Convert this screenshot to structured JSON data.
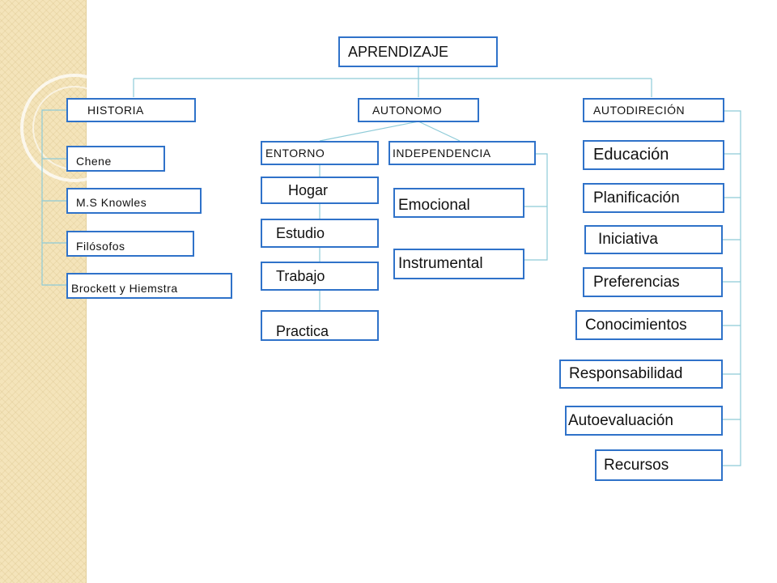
{
  "root": {
    "label": "APRENDIZAJE"
  },
  "historia": {
    "label": "HISTORIA",
    "items": [
      "Chene",
      "M.S Knowles",
      "Filósofos",
      "Brockett y Hiemstra"
    ]
  },
  "autonomo": {
    "label": "AUTONOMO",
    "entorno": {
      "label": "ENTORNO",
      "items": [
        "Hogar",
        "Estudio",
        "Trabajo",
        "Practica"
      ]
    },
    "independencia": {
      "label": "INDEPENDENCIA",
      "items": [
        "Emocional",
        "Instrumental"
      ]
    }
  },
  "autodirecion": {
    "label": "AUTODIRECIÓN",
    "items": [
      "Educación",
      "Planificación",
      "Iniciativa",
      "Preferencias",
      "Conocimientos",
      "Responsabilidad",
      "Autoevaluación",
      "Recursos"
    ]
  },
  "colors": {
    "box_border": "#2f72c9",
    "connector": "#8ecbd8",
    "side_panel": "#f4e4ba"
  }
}
